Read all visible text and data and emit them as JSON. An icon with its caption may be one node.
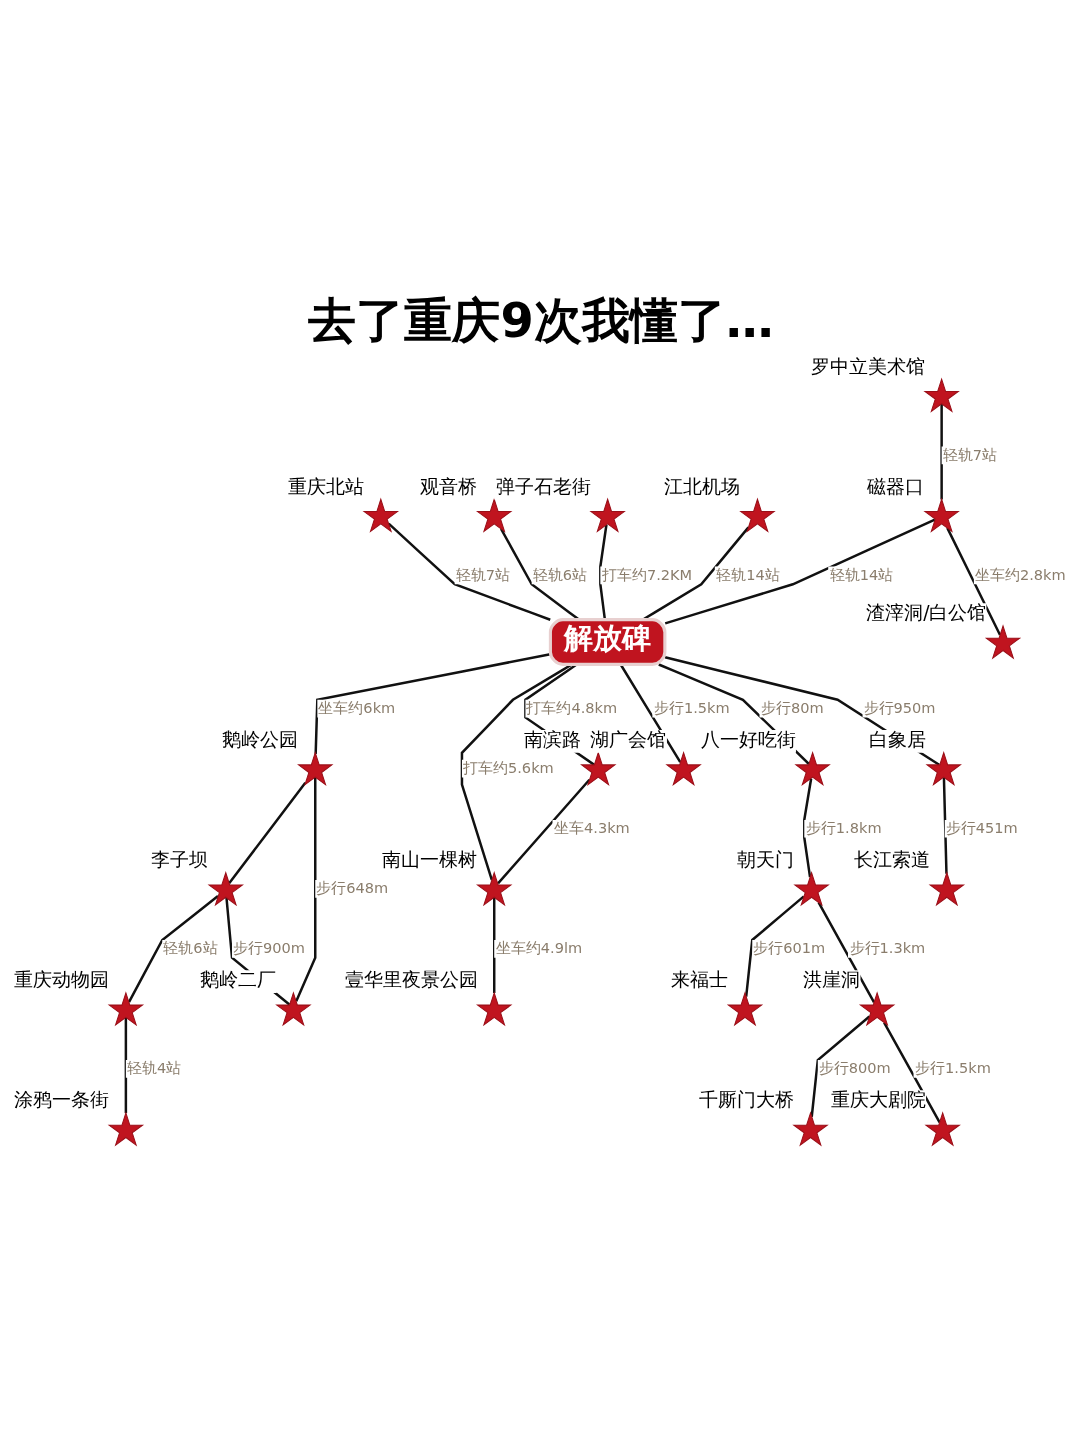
{
  "diagram": {
    "title": "去了重庆9次我懂了…",
    "nodes": [
      {
        "text": [
          "江北机场"
        ]
      },
      {
        "text": [
          "罗中立美术馆"
        ]
      },
      {
        "text": [
          "重庆北站"
        ]
      },
      {
        "text": [
          "观音桥"
        ]
      },
      {
        "text": [
          "弹子石老街"
        ]
      },
      {
        "text": [
          "磁器口"
        ]
      },
      {
        "text": [
          "渣滓洞/白公馆"
        ]
      },
      {
        "text": [
          "解放碑"
        ]
      },
      {
        "text": [
          "南滨路"
        ]
      },
      {
        "text": [
          "鹅岭公园"
        ]
      },
      {
        "text": [
          "八一好吃街"
        ]
      },
      {
        "text": [
          "李子坝"
        ]
      },
      {
        "text": [
          "湖广会馆"
        ]
      },
      {
        "text": [
          "南山一棵树"
        ]
      },
      {
        "text": [
          "朝天门"
        ]
      },
      {
        "text": [
          "白象居"
        ]
      },
      {
        "text": [
          "鹅岭二厂"
        ]
      },
      {
        "text": [
          "来福士"
        ]
      },
      {
        "text": [
          "长江索道"
        ]
      },
      {
        "text": [
          "重庆动物园"
        ]
      },
      {
        "text": [
          "洪崖洞"
        ]
      },
      {
        "text": [
          "壹华里夜景公园"
        ]
      },
      {
        "text": [
          "涂鸦一条街"
        ]
      },
      {
        "text": [
          "重庆大剧院"
        ]
      },
      {
        "text": [
          "千厮门大桥"
        ]
      }
    ],
    "edges": [
      {
        "from": 1,
        "to": 5,
        "arrow": "none",
        "label": "轻轨7站"
      },
      {
        "from": 5,
        "to": 6,
        "arrow": "none",
        "label": "坐车约2.8km"
      },
      {
        "from": 5,
        "to": 7,
        "arrow": "none",
        "label": "轻轨14站"
      },
      {
        "from": 2,
        "to": 7,
        "arrow": "none",
        "label": "轻轨7站"
      },
      {
        "from": 3,
        "to": 7,
        "arrow": "none",
        "label": "轻轨6站"
      },
      {
        "from": 0,
        "to": 7,
        "arrow": "none",
        "label": "轻轨14站"
      },
      {
        "from": 4,
        "to": 7,
        "arrow": "none",
        "label": "打车约7.2KM"
      },
      {
        "from": 7,
        "to": 8,
        "arrow": "none",
        "label": "打车约4.8km"
      },
      {
        "from": 7,
        "to": 13,
        "arrow": "none",
        "label": "打车约5.6km"
      },
      {
        "from": 7,
        "to": 12,
        "arrow": "none",
        "label": "步行1.5km"
      },
      {
        "from": 7,
        "to": 15,
        "arrow": "none",
        "label": "步行950m"
      },
      {
        "from": 7,
        "to": 10,
        "arrow": "none",
        "label": "步行80m"
      },
      {
        "from": 7,
        "to": 9,
        "arrow": "none",
        "label": "坐车约6km"
      },
      {
        "from": 9,
        "to": 11,
        "arrow": "none"
      },
      {
        "from": 9,
        "to": 16,
        "arrow": "none",
        "label": "步行648m"
      },
      {
        "from": 11,
        "to": 16,
        "arrow": "none",
        "label": "步行900m"
      },
      {
        "from": 11,
        "to": 19,
        "arrow": "none",
        "label": "轻轨6站"
      },
      {
        "from": 19,
        "to": 22,
        "arrow": "none",
        "label": "轻轨4站"
      },
      {
        "from": 10,
        "to": 14,
        "arrow": "none",
        "label": "步行1.8km"
      },
      {
        "from": 14,
        "to": 17,
        "arrow": "none",
        "label": "步行601m"
      },
      {
        "from": 14,
        "to": 20,
        "arrow": "none",
        "label": "步行1.3km"
      },
      {
        "from": 20,
        "to": 23,
        "arrow": "none",
        "label": "步行1.5km"
      },
      {
        "from": 20,
        "to": 24,
        "arrow": "none",
        "label": "步行800m"
      },
      {
        "from": 15,
        "to": 18,
        "arrow": "none",
        "label": "步行451m"
      },
      {
        "from": 8,
        "to": 13,
        "arrow": "none",
        "label": "坐车4.3km"
      },
      {
        "from": 13,
        "to": 21,
        "arrow": "none",
        "label": "坐车约4.9lm"
      }
    ]
  }
}
